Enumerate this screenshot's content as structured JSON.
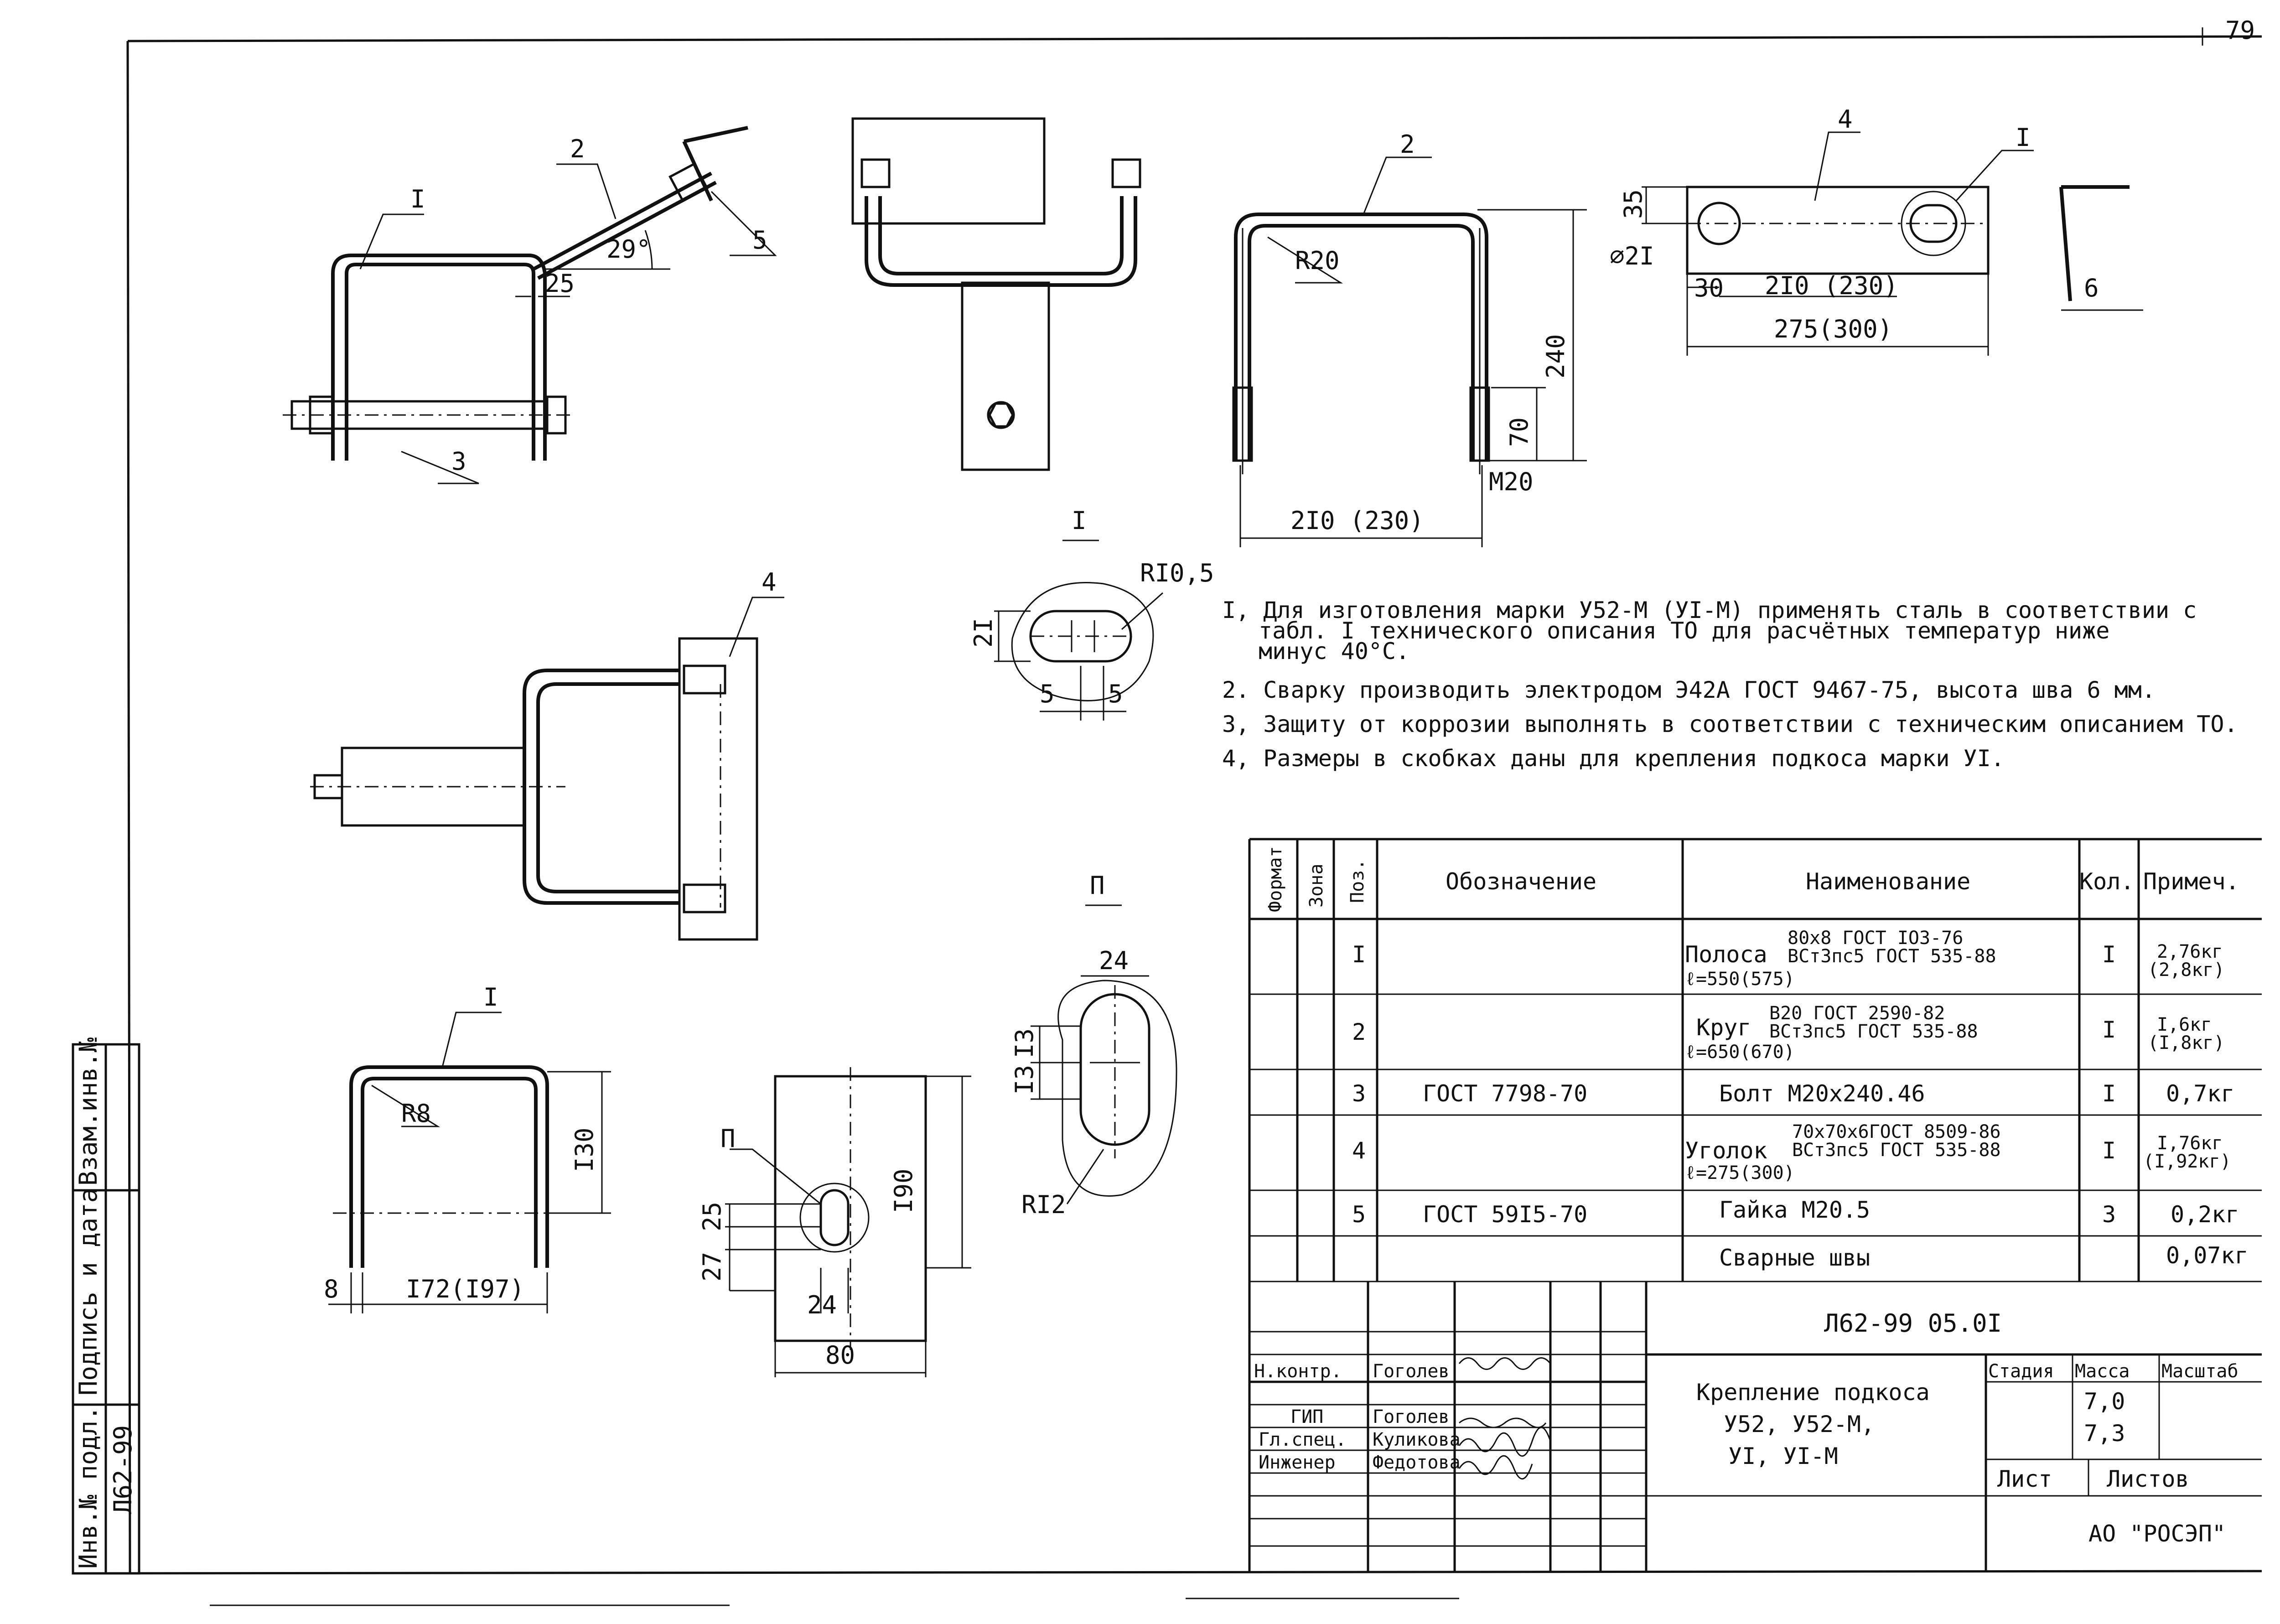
{
  "sheet_number": "79",
  "side_stamp": {
    "inv_podl": "Инв.№ подл.",
    "podpis_data": "Подпись и дата",
    "vzam_inv": "Взам.инв.№",
    "inv_value": "Л62-99"
  },
  "callouts": {
    "I": "I",
    "II": "П",
    "n1": "1",
    "n2": "2",
    "n3": "3",
    "n4": "4",
    "n5": "5"
  },
  "dimensions": {
    "angle": "29°",
    "d25": "25",
    "r20": "R20",
    "d240": "240",
    "d70": "70",
    "m20": "M20",
    "w210_230": "2I0 (230)",
    "d35": "35",
    "d21": "⌀2I",
    "d30": "30",
    "w210b": "2I0 (230)",
    "w275": "275(300)",
    "d6": "6",
    "r10_5": "RI0,5",
    "d21b": "2I",
    "d5a": "5",
    "d5b": "5",
    "d24": "24",
    "d13a": "I3",
    "d13b": "I3",
    "r12": "RI2",
    "r8": "R8",
    "d130": "I30",
    "d8": "8",
    "w172": "I72(I97)",
    "d25b": "25",
    "d27": "27",
    "d24b": "24",
    "d190": "I90",
    "d80": "80"
  },
  "notes": [
    "I, Для изготовления марки У52-М (УI-М) применять сталь в соответствии с",
    "табл. I технического описания ТО для расчётных температур ниже",
    "минус 40°С.",
    "2. Сварку производить электродом Э42А ГОСТ 9467-75, высота шва 6 мм.",
    "3, Защиту от коррозии выполнять в соответствии с техническим описанием ТО.",
    "4, Размеры в скобках даны для крепления подкоса марки УI."
  ],
  "spec_table": {
    "headers": {
      "format": "Формат",
      "zone": "Зона",
      "pos": "Поз.",
      "designation": "Обозначение",
      "name": "Наименование",
      "qty": "Кол.",
      "note": "Примеч."
    },
    "rows": [
      {
        "pos": "I",
        "designation": "",
        "name_prefix": "Полоса",
        "name_top": "80х8 ГОСТ IО3-76",
        "name_bottom": "ВСт3пс5 ГОСТ 535-88",
        "name_extra": "ℓ=550(575)",
        "qty": "I",
        "note_top": "2,76кг",
        "note_bottom": "(2,8кг)"
      },
      {
        "pos": "2",
        "designation": "",
        "name_prefix": "Круг",
        "name_top": "В20 ГОСТ 2590-82",
        "name_bottom": "ВСт3пс5 ГОСТ 535-88",
        "name_extra": "ℓ=650(670)",
        "qty": "I",
        "note_top": "I,6кг",
        "note_bottom": "(I,8кг)"
      },
      {
        "pos": "3",
        "designation": "ГОСТ 7798-70",
        "name_prefix": "Болт М20х240.46",
        "name_top": "",
        "name_bottom": "",
        "name_extra": "",
        "qty": "I",
        "note_top": "0,7кг",
        "note_bottom": ""
      },
      {
        "pos": "4",
        "designation": "",
        "name_prefix": "Уголок",
        "name_top": "70х70х6ГОСТ 8509-86",
        "name_bottom": "ВСт3пс5 ГОСТ 535-88",
        "name_extra": "ℓ=275(300)",
        "qty": "I",
        "note_top": "I,76кг",
        "note_bottom": "(I,92кг)"
      },
      {
        "pos": "5",
        "designation": "ГОСТ 59I5-70",
        "name_prefix": "Гайка М20.5",
        "name_top": "",
        "name_bottom": "",
        "name_extra": "",
        "qty": "3",
        "note_top": "0,2кг",
        "note_bottom": ""
      },
      {
        "pos": "",
        "designation": "",
        "name_prefix": "Сварные швы",
        "name_top": "",
        "name_bottom": "",
        "name_extra": "",
        "qty": "",
        "note_top": "0,07кг",
        "note_bottom": ""
      }
    ]
  },
  "title_block": {
    "doc_code": "Л62-99 05.0I",
    "title_l1": "Крепление подкоса",
    "title_l2": "У52, У52-М,",
    "title_l3": "УI, УI-М",
    "stage_label": "Стадия",
    "mass_label": "Масса",
    "scale_label": "Масштаб",
    "mass1": "7,0",
    "mass2": "7,3",
    "sheet_label": "Лист",
    "sheets_label": "Листов",
    "org": "АО \"РОСЭП\"",
    "people": [
      {
        "role": "Н.контр.",
        "name": "Гоголев"
      },
      {
        "role": "ГИП",
        "name": "Гоголев"
      },
      {
        "role": "Гл.спец.",
        "name": "Куликова"
      },
      {
        "role": "Инженер",
        "name": "Федотова"
      }
    ]
  }
}
